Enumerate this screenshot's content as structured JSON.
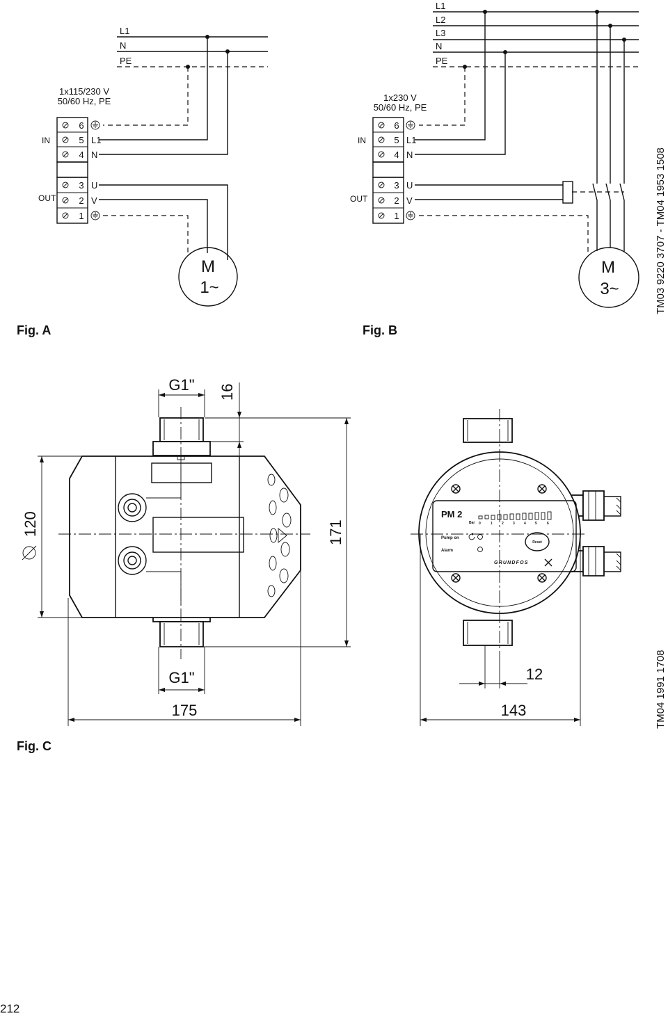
{
  "fig_a": {
    "label": "Fig. A",
    "lines": [
      "L1",
      "N",
      "PE"
    ],
    "supply": [
      "1x115/230 V",
      "50/60 Hz, PE"
    ],
    "in_label": "IN",
    "out_label": "OUT",
    "in_terminals": [
      {
        "num": "6",
        "sig": ""
      },
      {
        "num": "5",
        "sig": "L1"
      },
      {
        "num": "4",
        "sig": "N"
      }
    ],
    "out_terminals": [
      {
        "num": "3",
        "sig": "U"
      },
      {
        "num": "2",
        "sig": "V"
      },
      {
        "num": "1",
        "sig": ""
      }
    ],
    "motor": [
      "M",
      "1~"
    ]
  },
  "fig_b": {
    "label": "Fig. B",
    "lines": [
      "L1",
      "L2",
      "L3",
      "N",
      "PE"
    ],
    "supply": [
      "1x230 V",
      "50/60 Hz, PE"
    ],
    "in_label": "IN",
    "out_label": "OUT",
    "in_terminals": [
      {
        "num": "6",
        "sig": ""
      },
      {
        "num": "5",
        "sig": "L1"
      },
      {
        "num": "4",
        "sig": "N"
      }
    ],
    "out_terminals": [
      {
        "num": "3",
        "sig": "U"
      },
      {
        "num": "2",
        "sig": "V"
      },
      {
        "num": "1",
        "sig": ""
      }
    ],
    "motor": [
      "M",
      "3~"
    ],
    "ref": "TM03 9220 3707 - TM04 1953 1508"
  },
  "fig_c": {
    "label": "Fig. C",
    "ref": "TM04 1991 1708",
    "dim_top_thread": "G1\"",
    "dim_bottom_thread": "G1\"",
    "dim_16": "16",
    "dim_diameter": "120",
    "dim_height": "171",
    "dim_width_side": "175",
    "dim_width_front": "143",
    "dim_12": "12",
    "panel": {
      "title": "PM 2",
      "bar": "Bar",
      "scale": [
        "0",
        "1",
        "2",
        "3",
        "4",
        "5",
        "6"
      ],
      "pump_on": "Pump on",
      "alarm": "Alarm",
      "reset": "Reset",
      "brand": "GRUNDFOS"
    }
  },
  "page_number": "212"
}
